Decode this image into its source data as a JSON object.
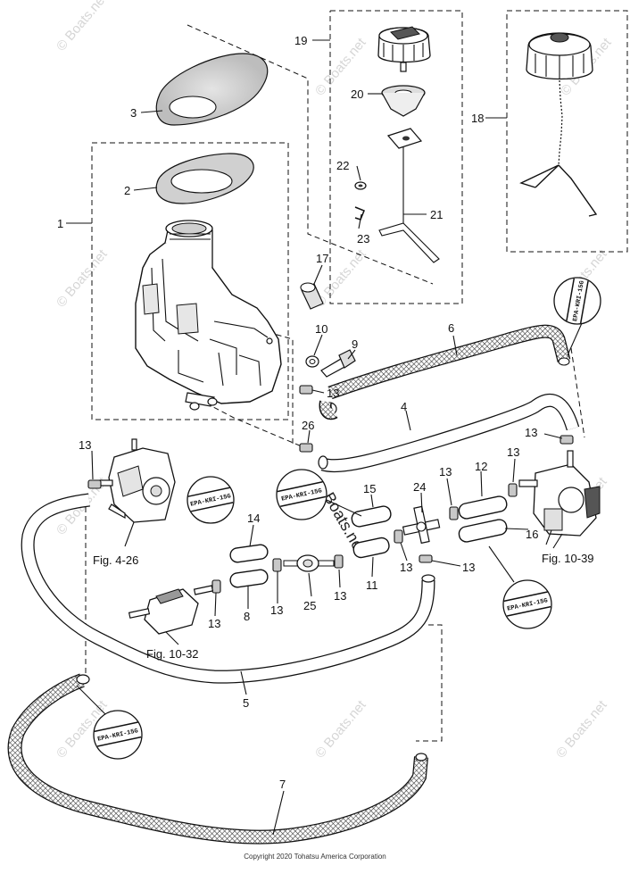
{
  "labels": {
    "p1": "1",
    "p2": "2",
    "p3": "3",
    "p4": "4",
    "p5": "5",
    "p6": "6",
    "p7": "7",
    "p8": "8",
    "p9": "9",
    "p10": "10",
    "p11": "11",
    "p12": "12",
    "p13": "13",
    "p14": "14",
    "p15": "15",
    "p16": "16",
    "p17": "17",
    "p18": "18",
    "p19": "19",
    "p20": "20",
    "p21": "21",
    "p22": "22",
    "p23": "23",
    "p24": "24",
    "p25": "25",
    "p26": "26"
  },
  "figure_refs": {
    "fig_4_26": "Fig. 4-26",
    "fig_10_39": "Fig. 10-39",
    "fig_10_32": "Fig. 10-32"
  },
  "hose_tag": "EPA-KRI-15G",
  "watermark": "© Boats.net",
  "watermark_bold": "Boats.net",
  "copyright": "Copyright 2020 Tohatsu America Corporation"
}
